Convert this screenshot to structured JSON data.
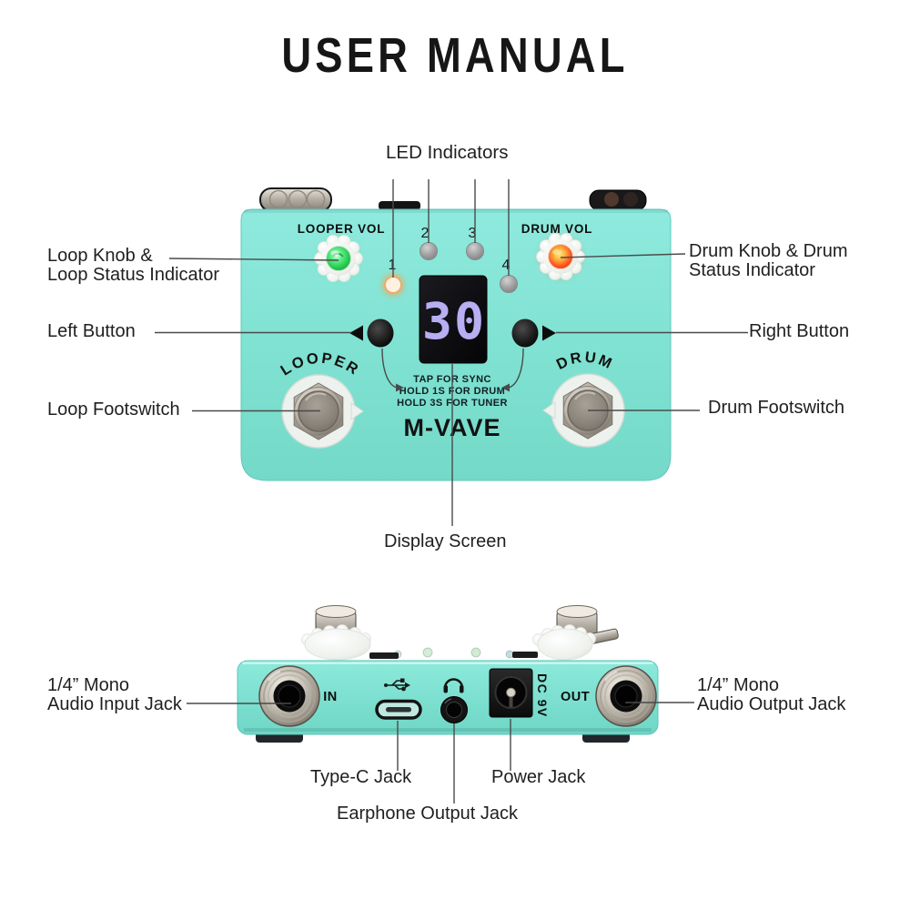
{
  "title": "USER MANUAL",
  "device": {
    "brand": "M-VAVE",
    "looper_vol": "LOOPER VOL",
    "drum_vol": "DRUM VOL",
    "led_numbers": [
      "1",
      "2",
      "3",
      "4"
    ],
    "display_value": "30",
    "instructions": [
      "TAP FOR SYNC",
      "HOLD 1S FOR DRUM",
      "HOLD 3S FOR TUNER"
    ],
    "looper_arc": "LOOPER",
    "drum_arc": "DRUM",
    "rear": {
      "in": "IN",
      "out": "OUT",
      "power": "DC 9V"
    }
  },
  "callouts": {
    "led_indicators": "LED Indicators",
    "loop_knob": {
      "line1": "Loop Knob &",
      "line2": "Loop Status Indicator"
    },
    "drum_knob": {
      "line1": "Drum Knob & Drum",
      "line2": "Status Indicator"
    },
    "left_button": "Left Button",
    "right_button": "Right Button",
    "loop_footswitch": "Loop Footswitch",
    "drum_footswitch": "Drum Footswitch",
    "display_screen": "Display Screen",
    "input_jack": {
      "line1": "1/4” Mono",
      "line2": "Audio Input Jack"
    },
    "output_jack": {
      "line1": "1/4” Mono",
      "line2": "Audio Output Jack"
    },
    "type_c_jack": "Type-C Jack",
    "power_jack": "Power Jack",
    "earphone_jack": "Earphone Output Jack"
  },
  "colors": {
    "body_mint": "#7fe3d4",
    "display_background": "#0b0b0e",
    "display_digits": "#b7aff2",
    "loop_status_green": "#2ed257",
    "drum_status_red": "#ff4a22",
    "led_off_gray": "#9a9a9a",
    "led1_glow_orange": "#ff9a45",
    "callout_line": "#4a4a4a",
    "label_text": "#1f1f1f"
  }
}
